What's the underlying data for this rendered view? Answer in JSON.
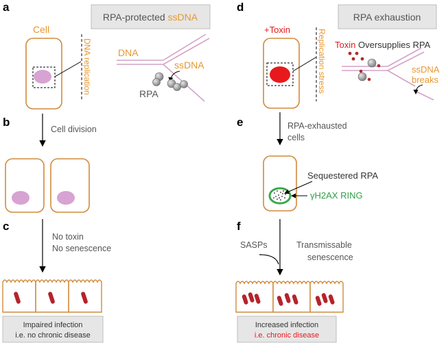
{
  "colors": {
    "cell_outline": "#d18a3c",
    "orange_text": "#e8972e",
    "pink_dna": "#d4a2c6",
    "nucleus_normal": "#d7a3d3",
    "nucleus_toxin": "#e8191c",
    "red_text": "#e8191c",
    "green_ring": "#3aa84a",
    "green_text": "#2f9e45",
    "gray_text": "#555555",
    "box_fill": "#e6e6e6",
    "box_stroke": "#bdbdbd",
    "rpa_gray": "#8c8c8c",
    "epithelial_nucleus": "#b5232b"
  },
  "panel_a": {
    "letter": "a",
    "title_prefix": "RPA-protected ",
    "title_suffix": "ssDNA",
    "cell_label": "Cell",
    "dna_replication": "DNA replication",
    "dna_label": "DNA",
    "ssdna_label": "ssDNA",
    "rpa_label": "RPA"
  },
  "panel_b": {
    "letter": "b",
    "arrow_label": "Cell division"
  },
  "panel_c": {
    "letter": "c",
    "arrow_line1": "No toxin",
    "arrow_line2": "No senescence",
    "result_line1": "Impaired infection",
    "result_line2": "i.e. no chronic disease"
  },
  "panel_d": {
    "letter": "d",
    "title": "RPA exhaustion",
    "toxin_cell_label": "+Toxin",
    "replication_stress": "Replication stress",
    "toxin_word": "Toxin",
    "oversupplies": " Oversupplies RPA",
    "ssdna_line1": "ssDNA",
    "ssdna_line2": "breaks"
  },
  "panel_e": {
    "letter": "e",
    "arrow_line1": "RPA-exhausted",
    "arrow_line2": "cells",
    "sequestered": "Sequestered RPA",
    "ring": "γH2AX RING"
  },
  "panel_f": {
    "letter": "f",
    "sasps": "SASPs",
    "trans_line1": "Transmissable",
    "trans_line2": "senescence",
    "result_line1": "Increased infection",
    "result_line2": "i.e. chronic disease"
  }
}
